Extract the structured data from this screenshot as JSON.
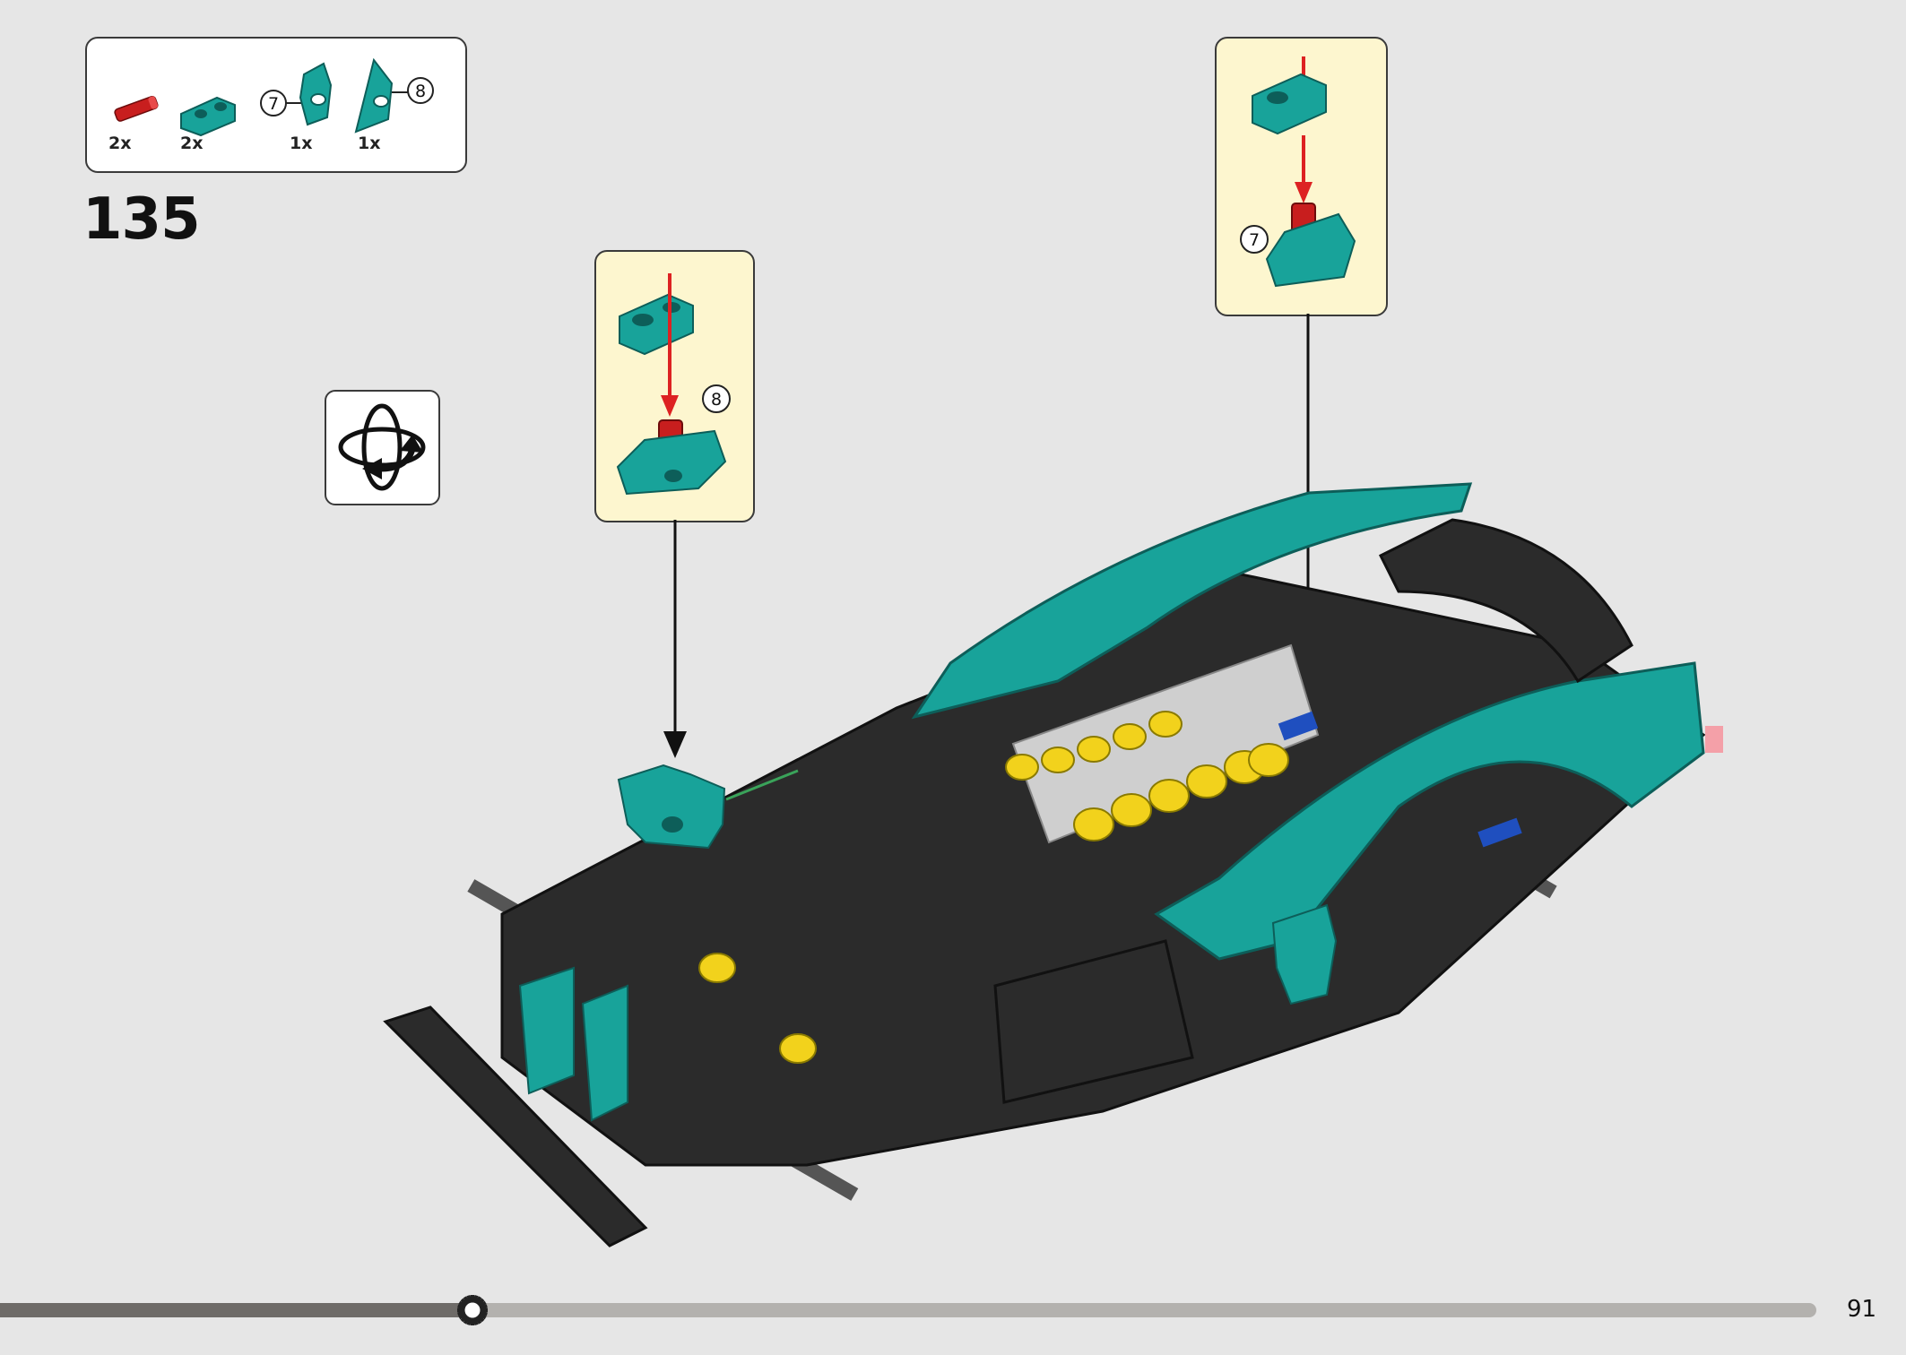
{
  "step": {
    "number": "135"
  },
  "page": {
    "number": "91",
    "progress": 0.26
  },
  "parts": [
    {
      "qty": "2x",
      "color": "#c81e1e",
      "icon": "red-axle-pin"
    },
    {
      "qty": "2x",
      "color": "#18a39a",
      "icon": "teal-liftarm-2"
    },
    {
      "qty": "1x",
      "callout": "7",
      "color": "#18a39a",
      "icon": "teal-panel-part-7"
    },
    {
      "qty": "1x",
      "callout": "8",
      "color": "#18a39a",
      "icon": "teal-panel-part-8"
    }
  ],
  "subassemblies": [
    {
      "callout": "8"
    },
    {
      "callout": "7"
    }
  ],
  "colors": {
    "teal": "#18a39a",
    "dark": "#2b2b2b",
    "red": "#c81e1e",
    "yellow": "#f2d21c",
    "blue": "#1f4fbf",
    "callout_bg": "#fdf6cf",
    "background": "#e6e6e6"
  },
  "icons": [
    "rotate-model-icon",
    "progress-gear-icon"
  ]
}
